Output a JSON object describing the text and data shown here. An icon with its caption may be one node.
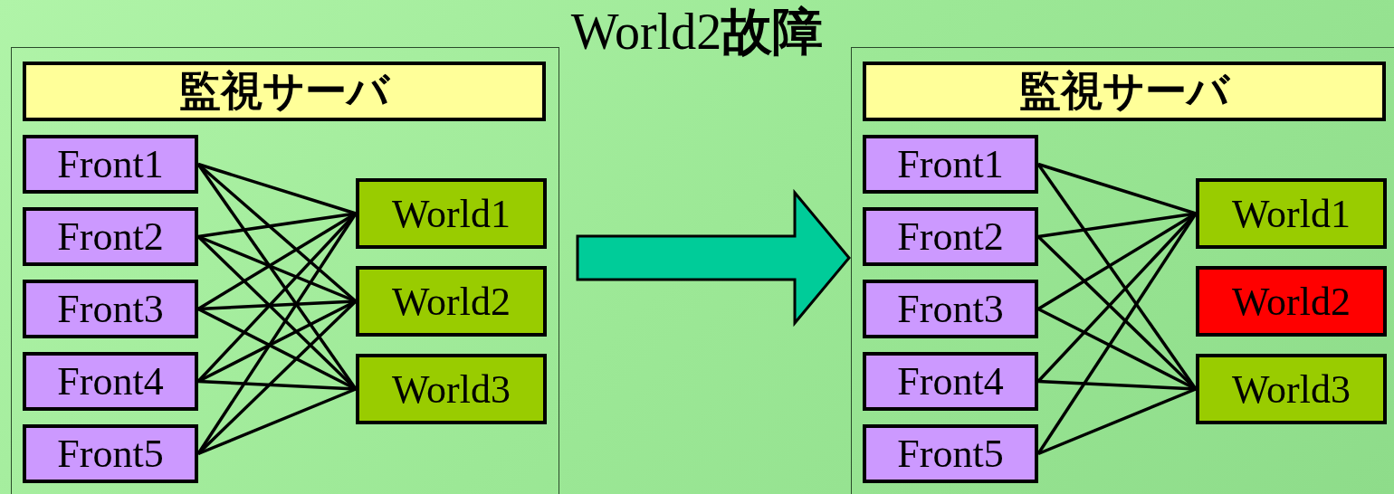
{
  "diagram": {
    "title": "World2**故障**",
    "nodes": [
      {
        "text": [],
        "shape": "box"
      },
      {
        "text": [
          "監視サーバ"
        ],
        "in": 0
      },
      {
        "text": [
          "Front1"
        ],
        "in": 0
      },
      {
        "text": [
          "Front2"
        ],
        "in": 0
      },
      {
        "text": [
          "Front3"
        ],
        "in": 0
      },
      {
        "text": [
          "Front4"
        ],
        "in": 0
      },
      {
        "text": [
          "Front5"
        ],
        "in": 0
      },
      {
        "text": [
          "World1"
        ],
        "in": 0
      },
      {
        "text": [
          "World2"
        ],
        "in": 0
      },
      {
        "text": [
          "World3"
        ],
        "in": 0
      },
      {
        "text": [],
        "shape": "box"
      },
      {
        "text": [
          "監視サーバ"
        ],
        "in": 10
      },
      {
        "text": [
          "Front1"
        ],
        "in": 10
      },
      {
        "text": [
          "Front2"
        ],
        "in": 10
      },
      {
        "text": [
          "Front3"
        ],
        "in": 10
      },
      {
        "text": [
          "Front4"
        ],
        "in": 10
      },
      {
        "text": [
          "Front5"
        ],
        "in": 10
      },
      {
        "text": [
          "World1"
        ],
        "in": 10
      },
      {
        "text": [
          "World2"
        ],
        "in": 10
      },
      {
        "text": [
          "World3"
        ],
        "in": 10
      }
    ],
    "edges": [
      {
        "from": 2,
        "to": 7,
        "arrow": "none"
      },
      {
        "from": 2,
        "to": 8,
        "arrow": "none"
      },
      {
        "from": 2,
        "to": 9,
        "arrow": "none"
      },
      {
        "from": 3,
        "to": 7,
        "arrow": "none"
      },
      {
        "from": 3,
        "to": 8,
        "arrow": "none"
      },
      {
        "from": 3,
        "to": 9,
        "arrow": "none"
      },
      {
        "from": 4,
        "to": 7,
        "arrow": "none"
      },
      {
        "from": 4,
        "to": 8,
        "arrow": "none"
      },
      {
        "from": 4,
        "to": 9,
        "arrow": "none"
      },
      {
        "from": 5,
        "to": 7,
        "arrow": "none"
      },
      {
        "from": 5,
        "to": 8,
        "arrow": "none"
      },
      {
        "from": 5,
        "to": 9,
        "arrow": "none"
      },
      {
        "from": 6,
        "to": 7,
        "arrow": "none"
      },
      {
        "from": 6,
        "to": 8,
        "arrow": "none"
      },
      {
        "from": 6,
        "to": 9,
        "arrow": "none"
      },
      {
        "from": 0,
        "to": 10,
        "arrow": "to",
        "style": "thick",
        "color": "#00cc99"
      },
      {
        "from": 12,
        "to": 17,
        "arrow": "none"
      },
      {
        "from": 12,
        "to": 19,
        "arrow": "none"
      },
      {
        "from": 13,
        "to": 17,
        "arrow": "none"
      },
      {
        "from": 13,
        "to": 19,
        "arrow": "none"
      },
      {
        "from": 14,
        "to": 17,
        "arrow": "none"
      },
      {
        "from": 14,
        "to": 19,
        "arrow": "none"
      },
      {
        "from": 15,
        "to": 17,
        "arrow": "none"
      },
      {
        "from": 15,
        "to": 19,
        "arrow": "none"
      },
      {
        "from": 16,
        "to": 17,
        "arrow": "none"
      },
      {
        "from": 16,
        "to": 19,
        "arrow": "none"
      }
    ]
  }
}
